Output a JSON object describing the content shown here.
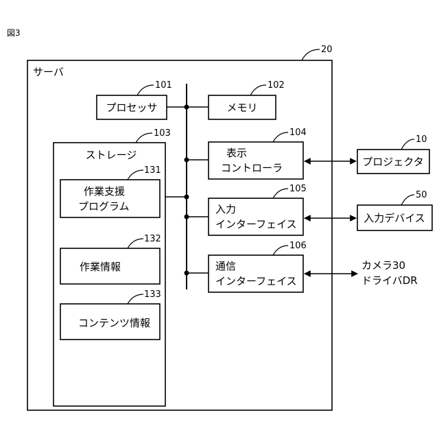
{
  "figure_label": "図3",
  "server": {
    "ref": "20",
    "label": "サーバ"
  },
  "processor": {
    "ref": "101",
    "label": "プロセッサ"
  },
  "memory": {
    "ref": "102",
    "label": "メモリ"
  },
  "storage": {
    "ref": "103",
    "label": "ストレージ"
  },
  "work_support_program": {
    "ref": "131",
    "line1": "作業支援",
    "line2": "プログラム"
  },
  "work_info": {
    "ref": "132",
    "label": "作業情報"
  },
  "content_info": {
    "ref": "133",
    "label": "コンテンツ情報"
  },
  "display_controller": {
    "ref": "104",
    "line1": "表示",
    "line2": "コントローラ"
  },
  "input_interface": {
    "ref": "105",
    "line1": "入力",
    "line2": "インターフェイス"
  },
  "comm_interface": {
    "ref": "106",
    "line1": "通信",
    "line2": "インターフェイス"
  },
  "projector": {
    "ref": "10",
    "label": "プロジェクタ"
  },
  "input_device": {
    "ref": "50",
    "label": "入力デバイス"
  },
  "camera_driver": {
    "line1": "カメラ30",
    "line2": "ドライバDR"
  }
}
